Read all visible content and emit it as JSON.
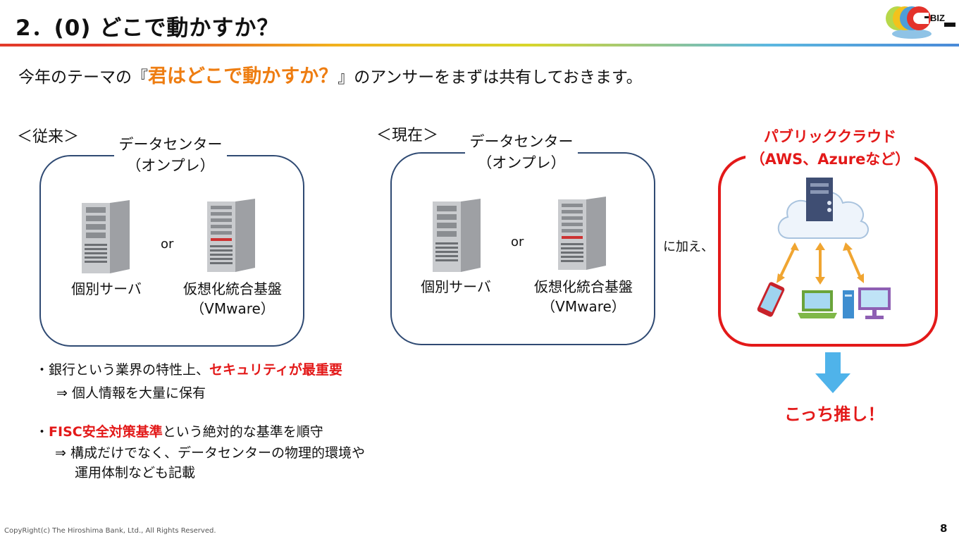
{
  "header": {
    "title": "2．(0) どこで動かすか？",
    "logo_text": "BIZ"
  },
  "lead": {
    "before": "今年のテーマの『",
    "highlight": "君はどこで動かすか？",
    "after": "』のアンサーをまずは共有しておきます。"
  },
  "legacy": {
    "heading": "＜従来＞",
    "box_label_line1": "データセンター",
    "box_label_line2": "（オンプレ）",
    "server_caption": "個別サーバ",
    "or": "or",
    "hci_caption_line1": "仮想化統合基盤",
    "hci_caption_line2": "（VMware）"
  },
  "current": {
    "heading": "＜現在＞",
    "box_label_line1": "データセンター",
    "box_label_line2": "（オンプレ）",
    "server_caption": "個別サーバ",
    "or": "or",
    "hci_caption_line1": "仮想化統合基盤",
    "hci_caption_line2": "（VMware）",
    "in_addition": "に加え、"
  },
  "cloud": {
    "label_line1": "パブリッククラウド",
    "label_line2": "（AWS、Azureなど）",
    "conclusion": "こっち推し！"
  },
  "bullets": {
    "b1_prefix": "・銀行という業界の特性上、",
    "b1_emphasis": "セキュリティが最重要",
    "b1_sub": "⇒ 個人情報を大量に保有",
    "b2_prefix": "・",
    "b2_emphasis": "FISC安全対策基準",
    "b2_suffix": "という絶対的な基準を順守",
    "b2_sub_line1": "⇒ 構成だけでなく、データセンターの物理的環境や",
    "b2_sub_line2": "運用体制なども記載"
  },
  "footer": {
    "copyright": "CopyRight(c) The Hiroshima Bank, Ltd., All Rights Reserved.",
    "page_number": "8"
  },
  "colors": {
    "accent_orange": "#ee7d11",
    "emphasis_red": "#e31919",
    "box_navy": "#2f4a73",
    "arrow_blue": "#4fb3ea"
  },
  "icons": [
    "tower-server-icon",
    "rack-server-icon",
    "cloud-server-icon",
    "smartphone-icon",
    "laptop-icon",
    "desktop-pc-icon",
    "sync-arrow-icon",
    "down-arrow-icon"
  ]
}
